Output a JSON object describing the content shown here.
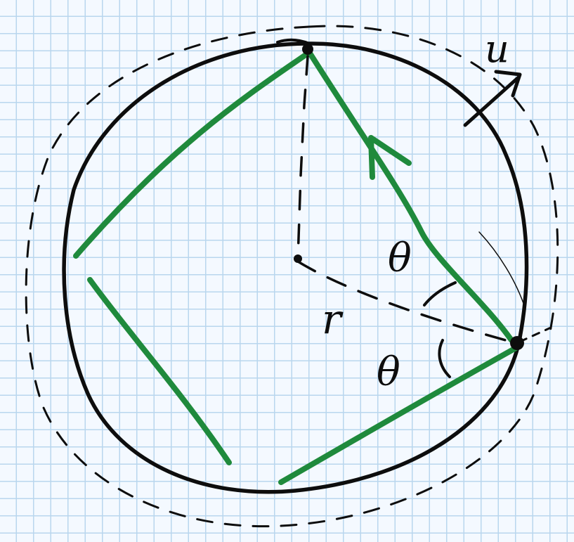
{
  "labels": {
    "velocity": "u",
    "radius": "r",
    "angle_upper": "θ",
    "angle_lower": "θ"
  },
  "colors": {
    "grid": "#b9d6ee",
    "paper": "#f4f9ff",
    "ink": "#0d0d0d",
    "path": "#1f8a3c"
  }
}
